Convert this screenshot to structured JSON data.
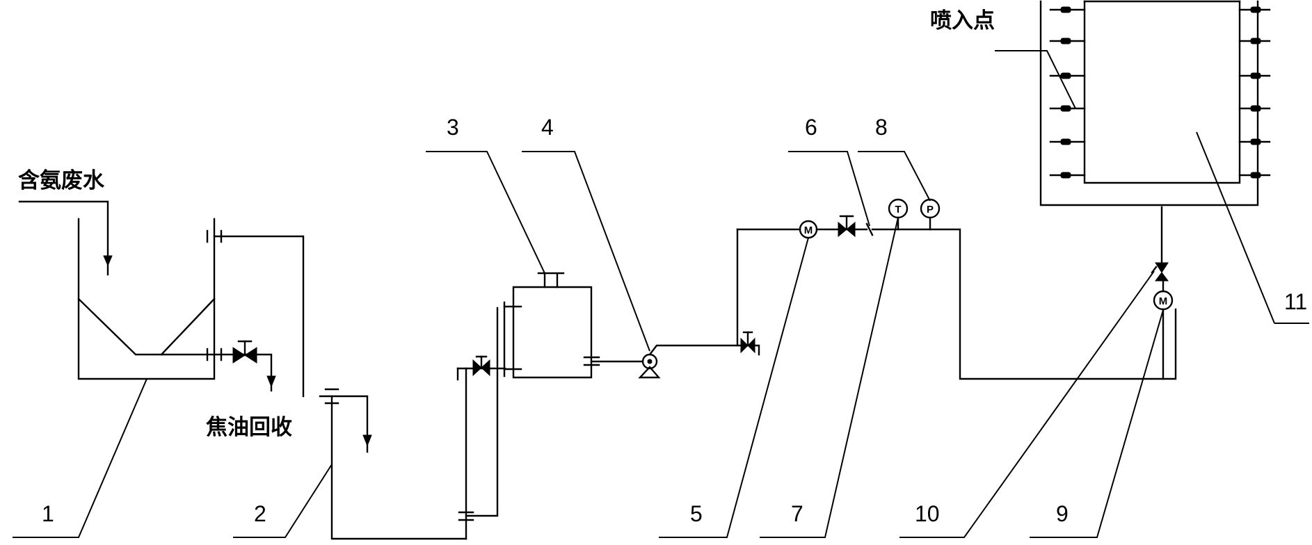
{
  "labels": {
    "ammonia_wastewater": "含氨废水",
    "tar_recovery": "焦油回收",
    "injection_point": "喷入点",
    "n1": "1",
    "n2": "2",
    "n3": "3",
    "n4": "4",
    "n5": "5",
    "n6": "6",
    "n7": "7",
    "n8": "8",
    "n9": "9",
    "n10": "10",
    "n11": "11"
  },
  "instruments": {
    "flowmeter_left": "M",
    "temperature": "T",
    "pressure": "P",
    "flowmeter_right": "M"
  }
}
